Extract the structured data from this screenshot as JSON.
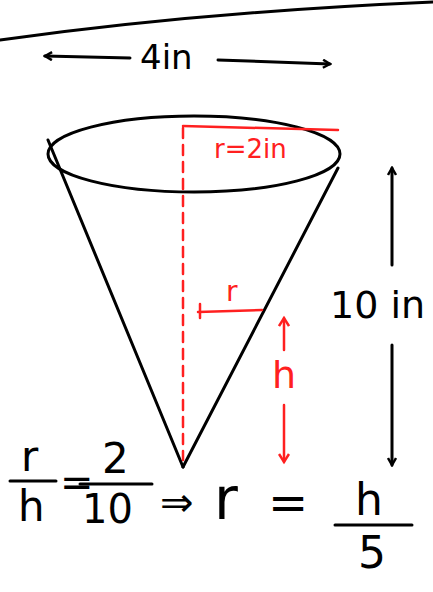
{
  "diagram": {
    "labels": [
      "4in",
      "r=2in",
      "r",
      "h",
      "10 in",
      "r",
      "h",
      "=",
      "2",
      "10",
      "⇒",
      "r",
      "=",
      "h",
      "5"
    ]
  }
}
